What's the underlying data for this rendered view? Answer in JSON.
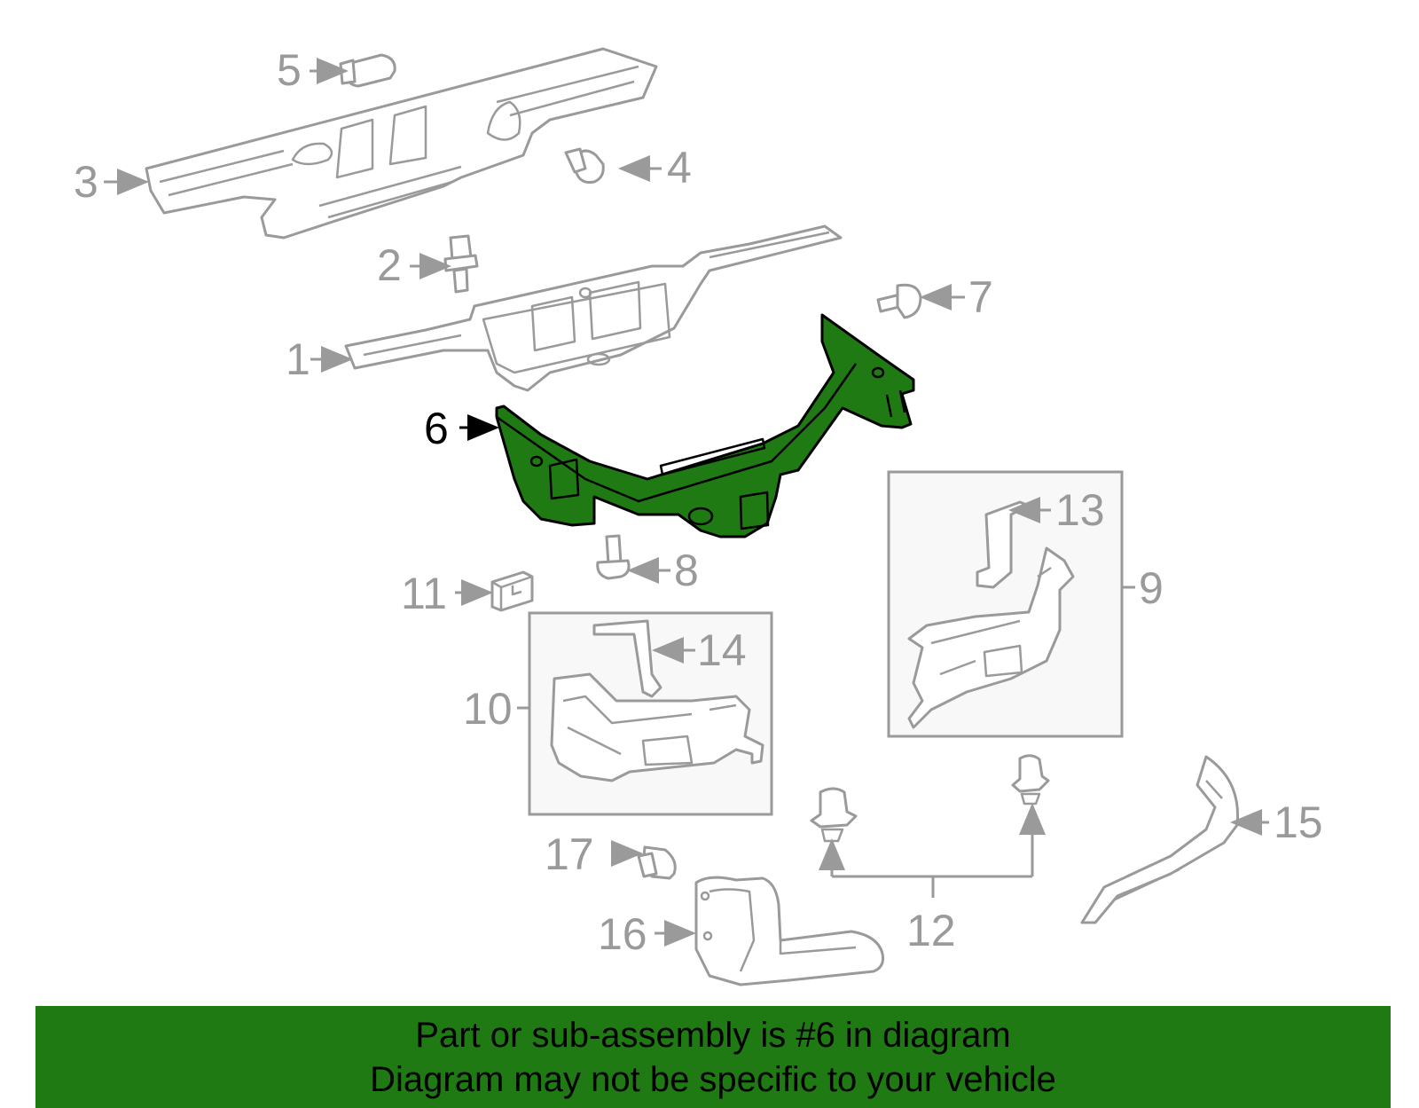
{
  "callouts": {
    "c1": "1",
    "c2": "2",
    "c3": "3",
    "c4": "4",
    "c5": "5",
    "c6": "6",
    "c7": "7",
    "c8": "8",
    "c9": "9",
    "c10": "10",
    "c11": "11",
    "c12": "12",
    "c13": "13",
    "c14": "14",
    "c15": "15",
    "c16": "16",
    "c17": "17"
  },
  "highlighted_part": "6",
  "colors": {
    "highlight": "#1f7a14",
    "line_art": "#9a9a9a",
    "banner": "#1f7a14",
    "banner_text": "#000000"
  },
  "banner": {
    "line1": "Part or sub-assembly is #6 in diagram",
    "line2": "Diagram may not be specific to your vehicle"
  }
}
